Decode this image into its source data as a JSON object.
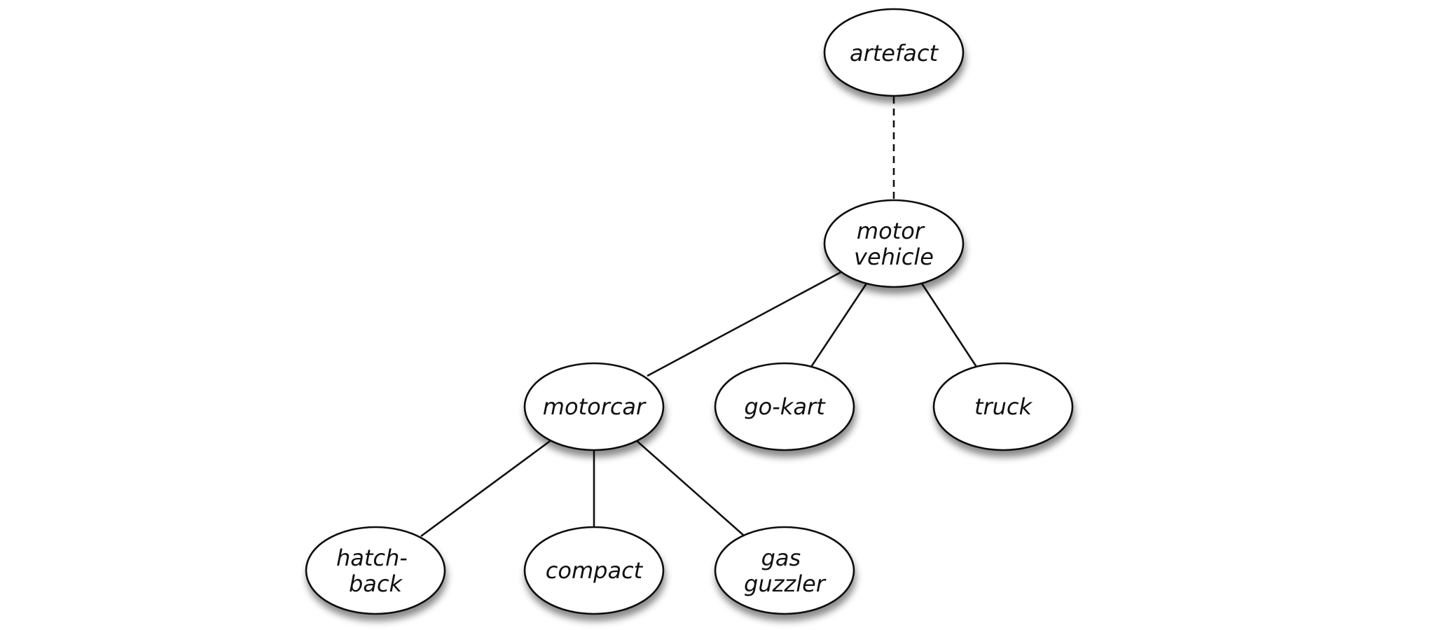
{
  "diagram": {
    "nodes": {
      "artefact": {
        "lines": [
          "artefact"
        ]
      },
      "motor_vehicle": {
        "lines": [
          "motor",
          "vehicle"
        ]
      },
      "motorcar": {
        "lines": [
          "motorcar"
        ]
      },
      "go_kart": {
        "lines": [
          "go-kart"
        ]
      },
      "truck": {
        "lines": [
          "truck"
        ]
      },
      "hatchback": {
        "lines": [
          "hatch-",
          "back"
        ]
      },
      "compact": {
        "lines": [
          "compact"
        ]
      },
      "gas_guzzler": {
        "lines": [
          "gas",
          "guzzler"
        ]
      }
    },
    "edges": [
      {
        "from": "artefact",
        "to": "motor_vehicle",
        "style": "dashed"
      },
      {
        "from": "motor_vehicle",
        "to": "motorcar",
        "style": "solid"
      },
      {
        "from": "motor_vehicle",
        "to": "go_kart",
        "style": "solid"
      },
      {
        "from": "motor_vehicle",
        "to": "truck",
        "style": "solid"
      },
      {
        "from": "motorcar",
        "to": "hatchback",
        "style": "solid"
      },
      {
        "from": "motorcar",
        "to": "compact",
        "style": "solid"
      },
      {
        "from": "motorcar",
        "to": "gas_guzzler",
        "style": "solid"
      }
    ]
  }
}
